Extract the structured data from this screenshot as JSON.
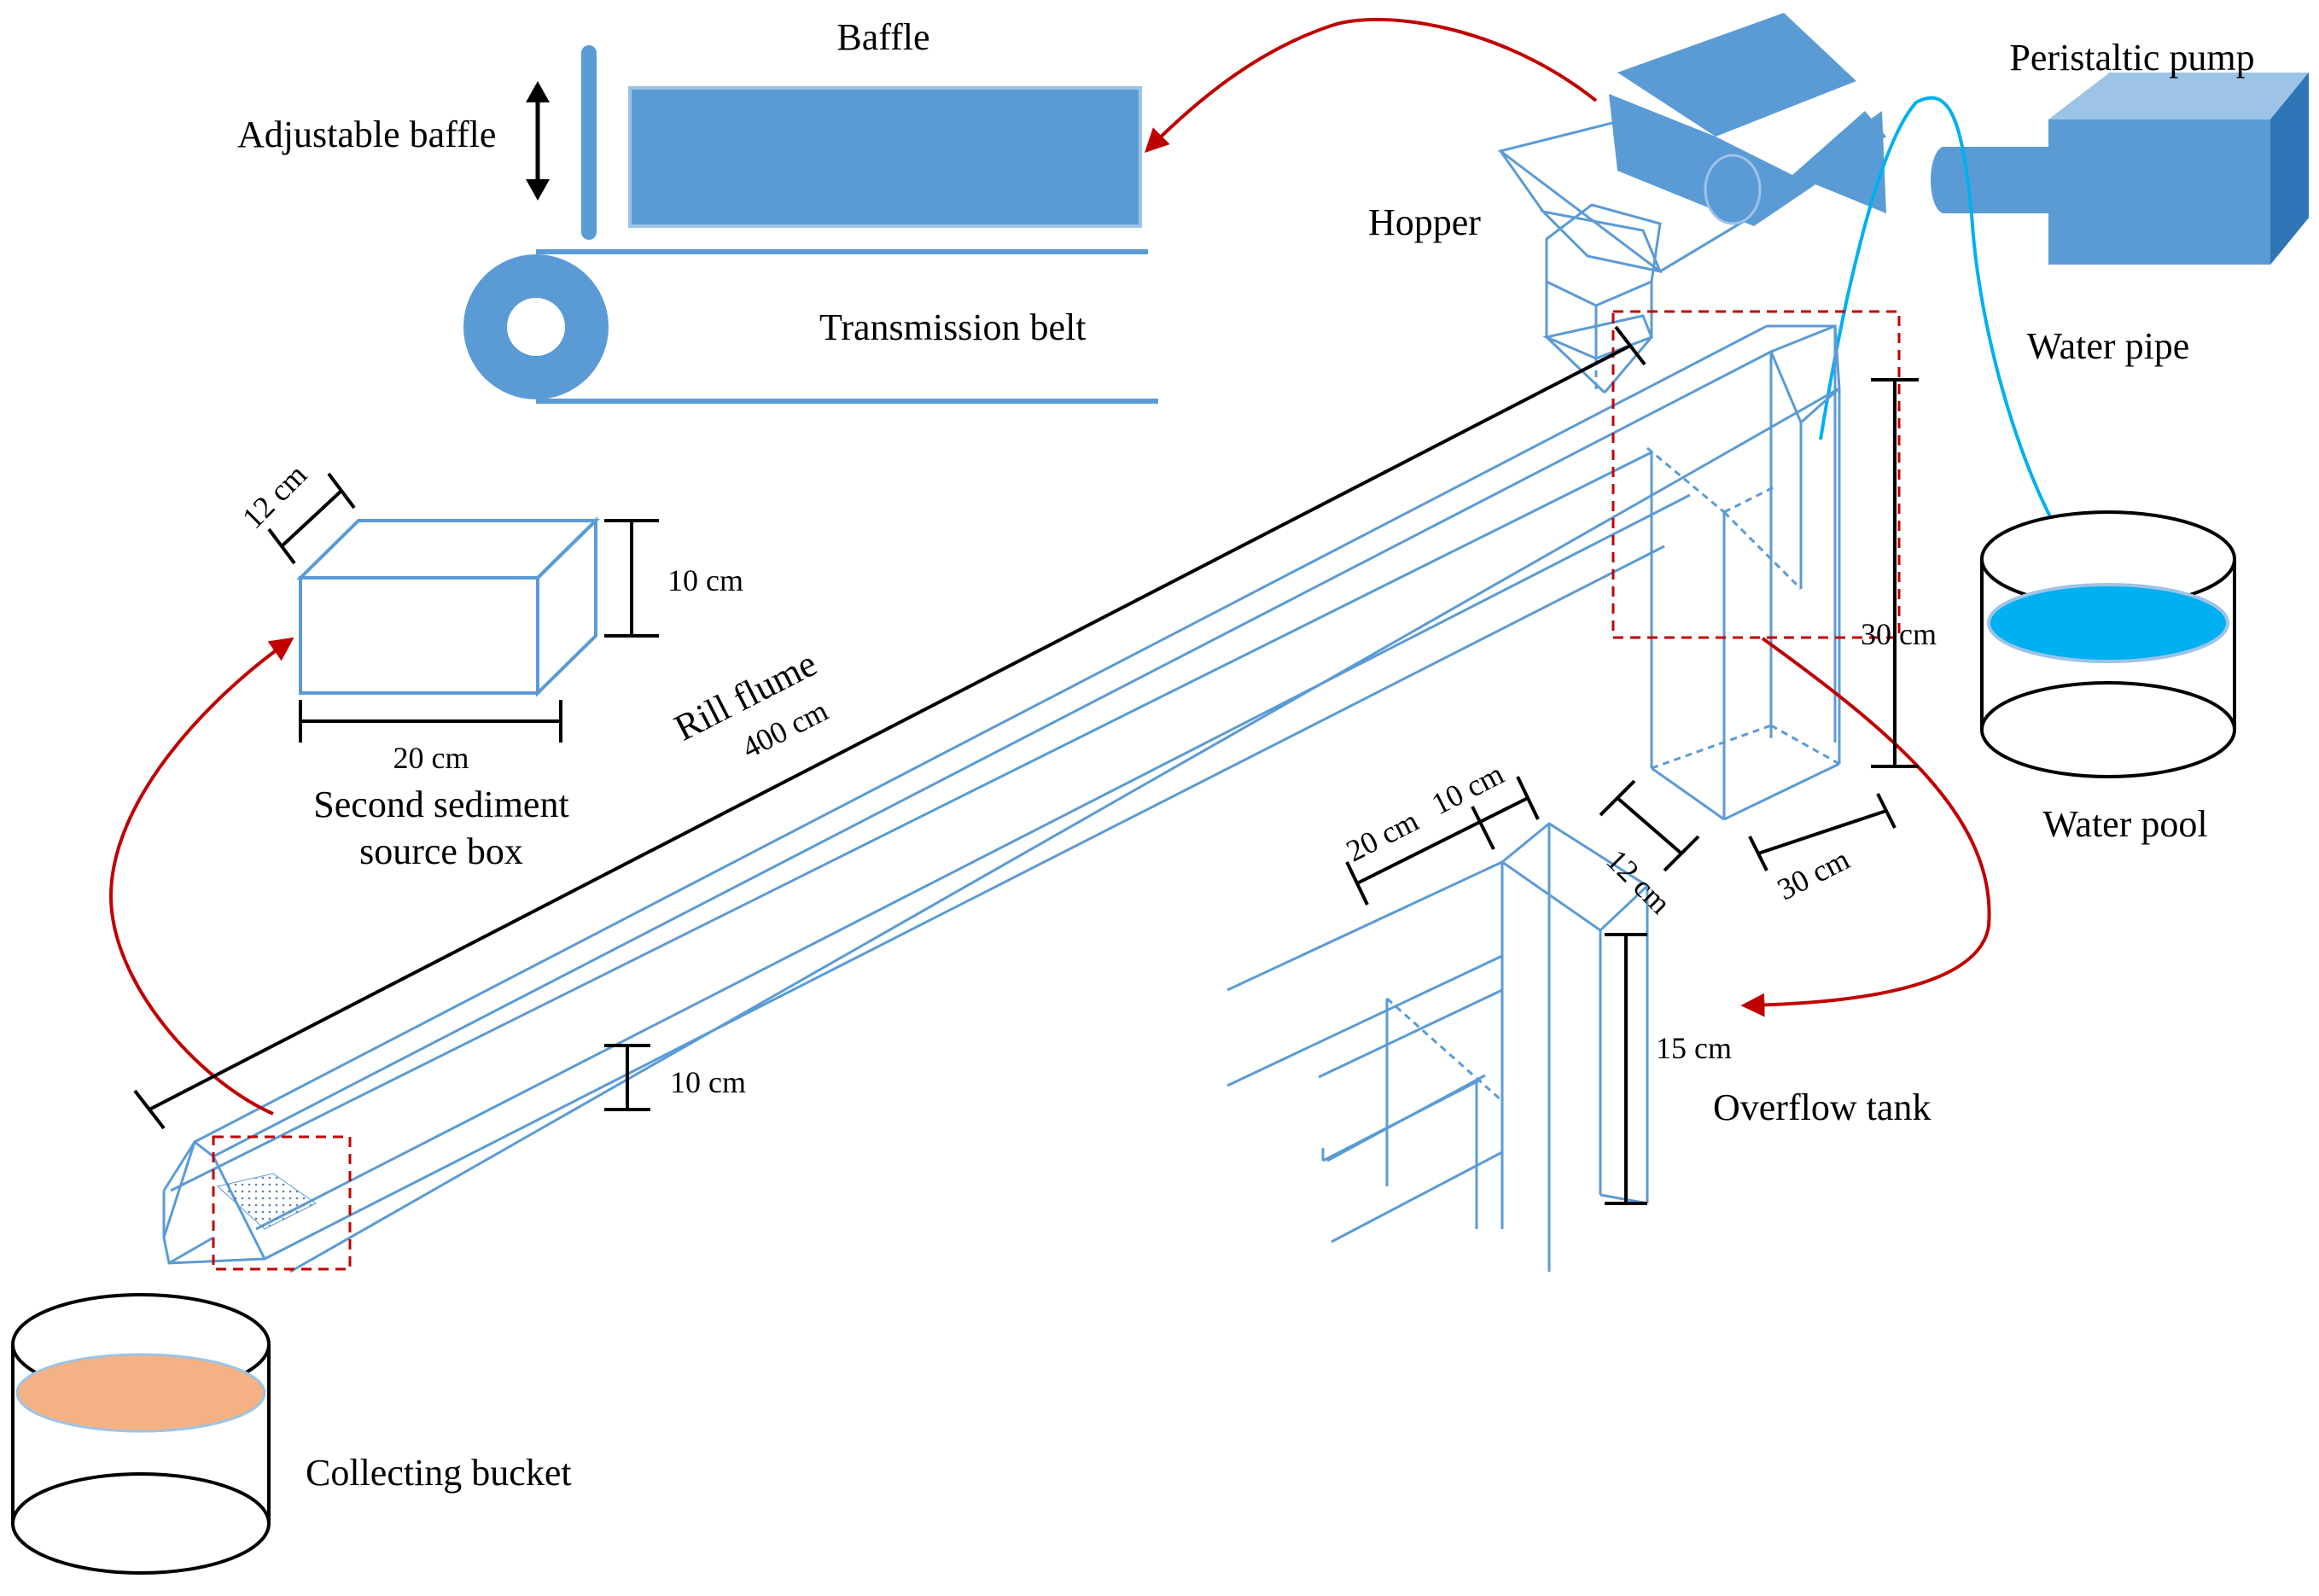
{
  "labels": {
    "baffle": "Baffle",
    "adjustable_baffle": "Adjustable baffle",
    "transmission_belt": "Transmission belt",
    "hopper": "Hopper",
    "peristaltic_pump": "Peristaltic pump",
    "water_pipe": "Water pipe",
    "water_pool": "Water pool",
    "rill_flume": "Rill flume",
    "second_box_line1": "Second sediment",
    "second_box_line2": "source box",
    "overflow_tank": "Overflow tank",
    "collecting_bucket": "Collecting bucket"
  },
  "dimensions": {
    "flume_length": "400 cm",
    "box_depth": "12 cm",
    "box_height": "10 cm",
    "box_width": "20 cm",
    "flume_wall_height": "10 cm",
    "tank_height": "30 cm",
    "tank_depth": "12 cm",
    "tank_width": "30 cm",
    "overflow_width_a": "20 cm",
    "overflow_width_b": "10 cm",
    "overflow_height": "15 cm"
  },
  "colors": {
    "outline_blue": "#5b9bd5",
    "fill_blue": "#5b9bd5",
    "water": "#00b0f0",
    "sediment": "#f4b183",
    "arrow_red": "#c00000",
    "dimension_black": "#000000"
  }
}
